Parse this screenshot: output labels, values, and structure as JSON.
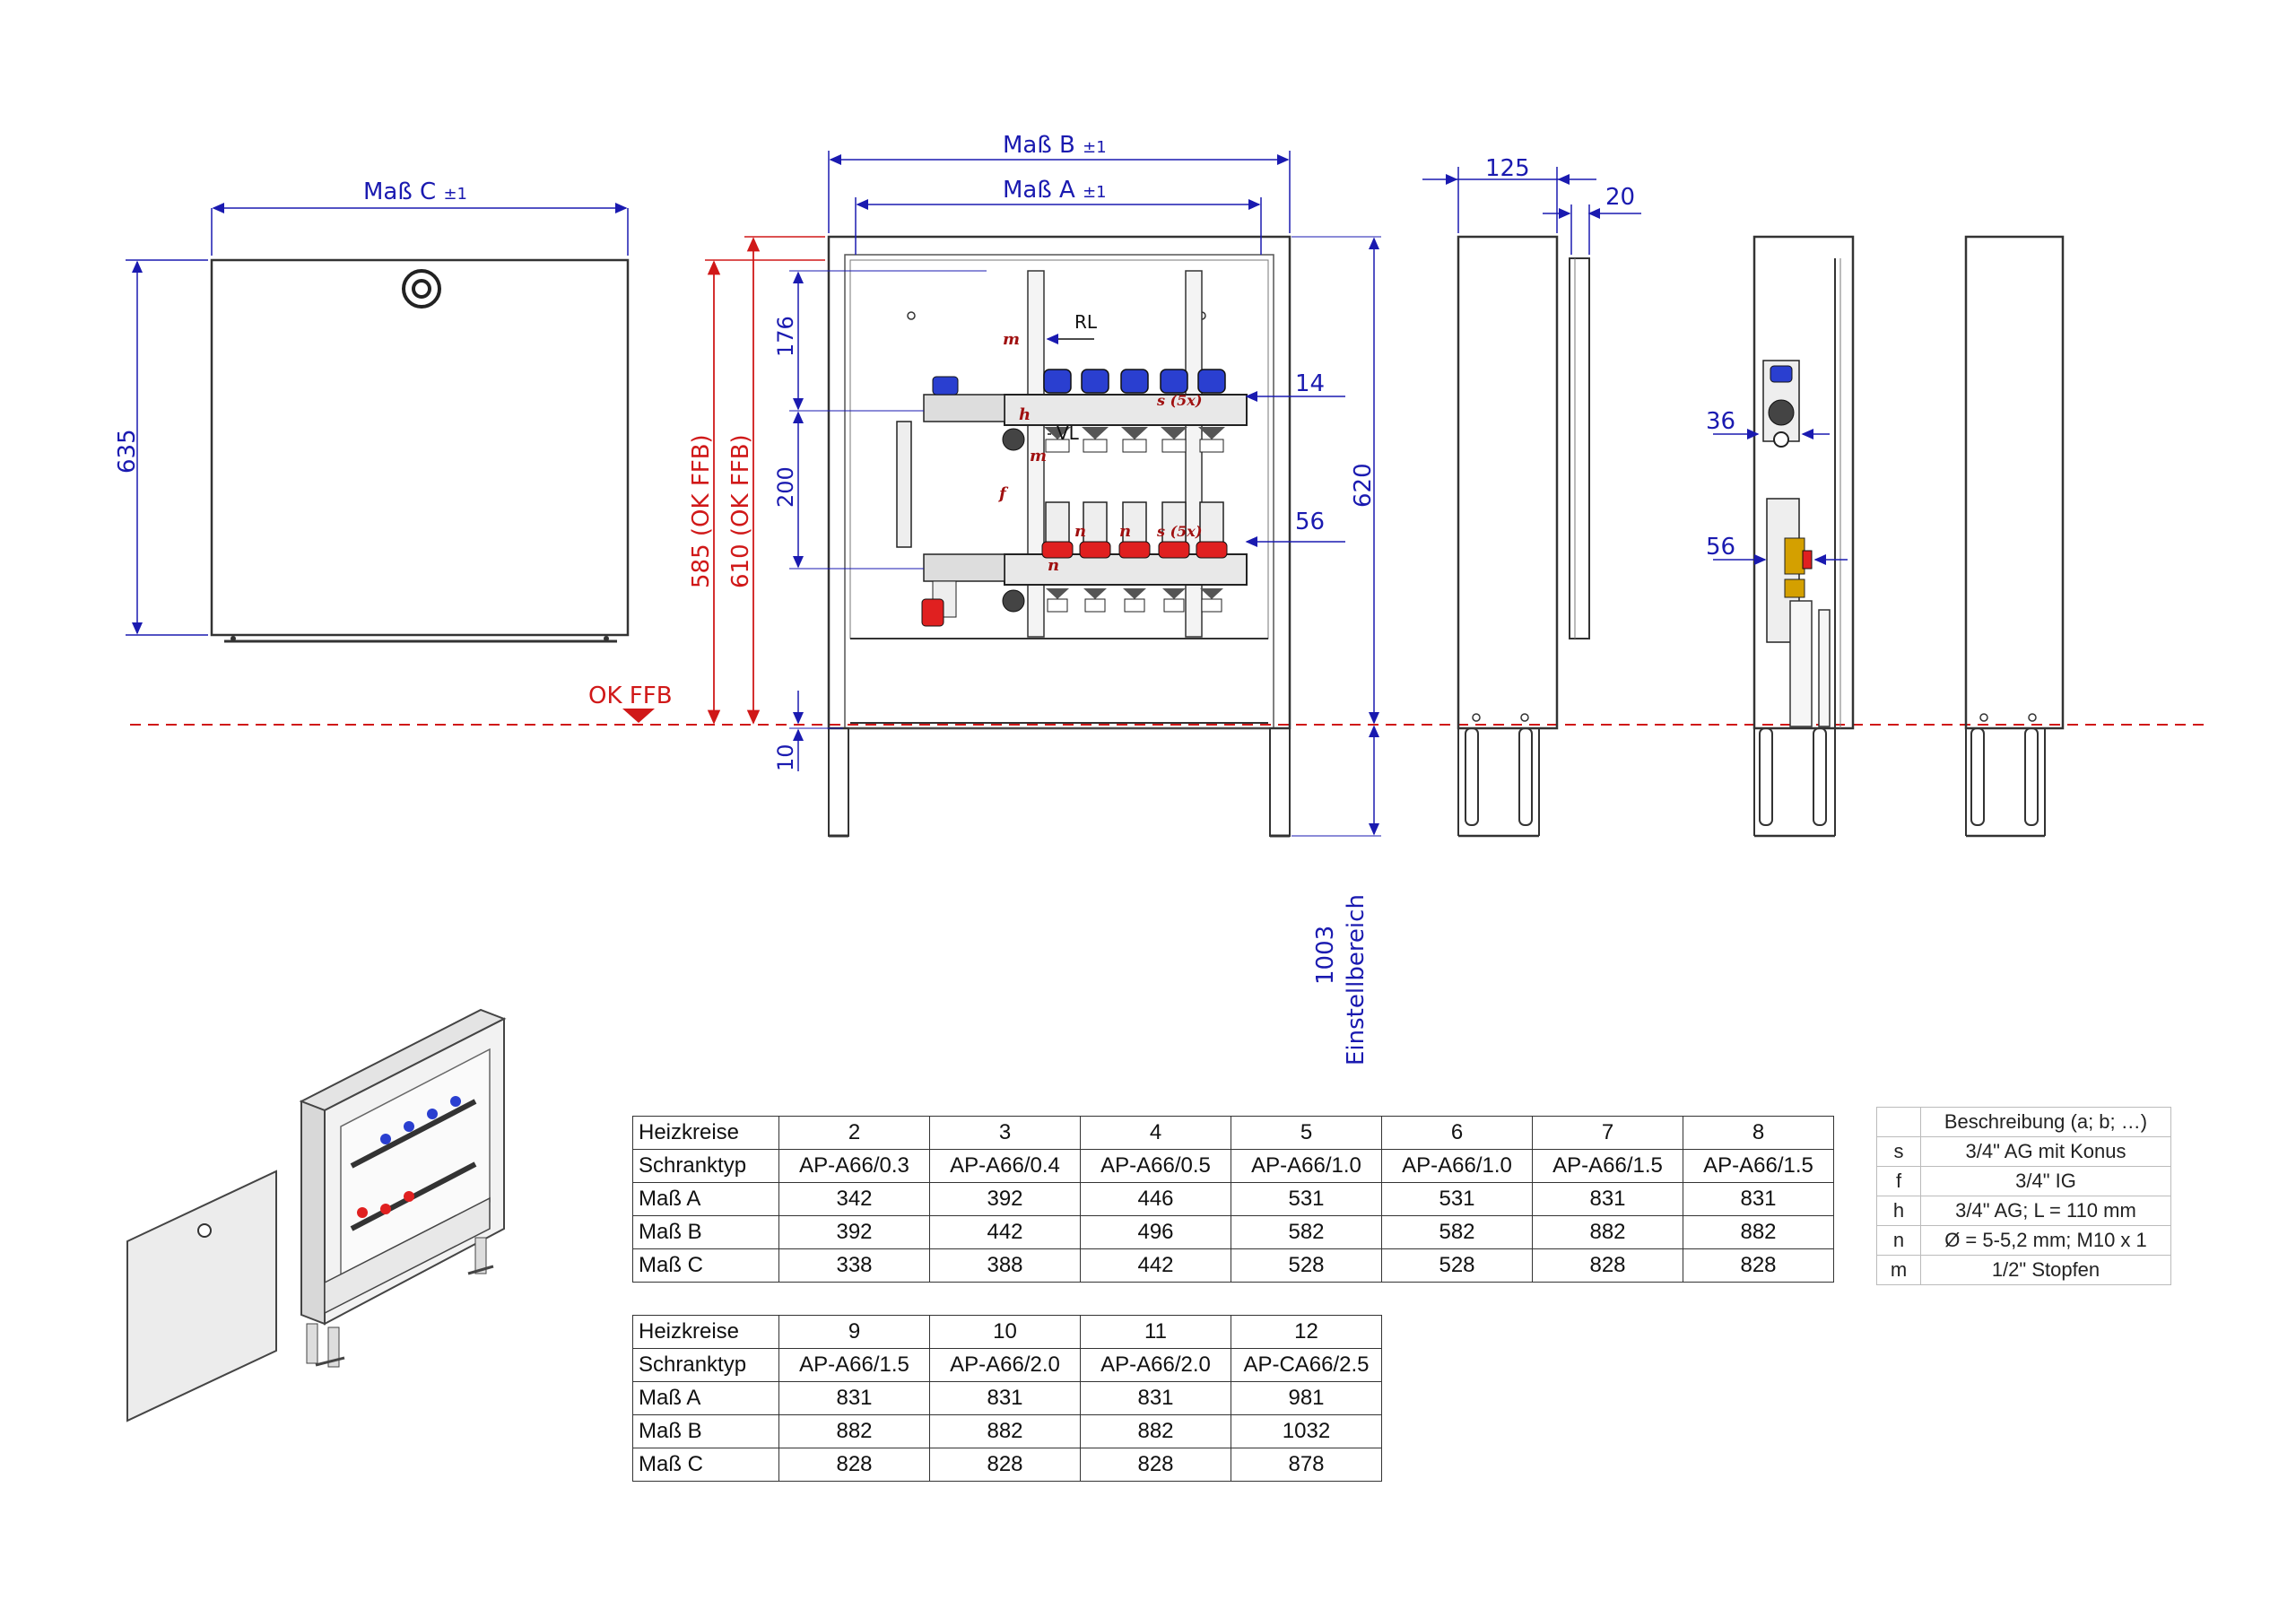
{
  "dimensions": {
    "mass_c": "Maß C",
    "mass_b": "Maß B",
    "mass_a": "Maß A",
    "tol": "±1",
    "h635": "635",
    "h585": "585 (OK FFB)",
    "h610": "610 (OK FFB)",
    "d176": "176",
    "d200": "200",
    "d10": "10",
    "d14": "14",
    "d56": "56",
    "h620": "620",
    "d1003": "1003",
    "einstell": "Einstellbereich",
    "w125": "125",
    "w20": "20",
    "s36": "36",
    "s56": "56"
  },
  "labels": {
    "ok_ffb": "OK FFB",
    "rl": "RL",
    "vl": "VL",
    "m": "m",
    "h": "h",
    "f": "f",
    "n": "n",
    "s5x": "s (5x)"
  },
  "table1": {
    "rows": [
      [
        "Heizkreise",
        "2",
        "3",
        "4",
        "5",
        "6",
        "7",
        "8"
      ],
      [
        "Schranktyp",
        "AP-A66/0.3",
        "AP-A66/0.4",
        "AP-A66/0.5",
        "AP-A66/1.0",
        "AP-A66/1.0",
        "AP-A66/1.5",
        "AP-A66/1.5"
      ],
      [
        "Maß A",
        "342",
        "392",
        "446",
        "531",
        "531",
        "831",
        "831"
      ],
      [
        "Maß B",
        "392",
        "442",
        "496",
        "582",
        "582",
        "882",
        "882"
      ],
      [
        "Maß C",
        "338",
        "388",
        "442",
        "528",
        "528",
        "828",
        "828"
      ]
    ]
  },
  "table2": {
    "rows": [
      [
        "Heizkreise",
        "9",
        "10",
        "11",
        "12"
      ],
      [
        "Schranktyp",
        "AP-A66/1.5",
        "AP-A66/2.0",
        "AP-A66/2.0",
        "AP-CA66/2.5"
      ],
      [
        "Maß A",
        "831",
        "831",
        "831",
        "981"
      ],
      [
        "Maß B",
        "882",
        "882",
        "882",
        "1032"
      ],
      [
        "Maß C",
        "828",
        "828",
        "828",
        "878"
      ]
    ]
  },
  "legend": {
    "header": "Beschreibung (a; b; …)",
    "rows": [
      [
        "s",
        "3/4\" AG mit Konus"
      ],
      [
        "f",
        "3/4\" IG"
      ],
      [
        "h",
        "3/4\" AG; L = 110 mm"
      ],
      [
        "n",
        "Ø = 5-5,2 mm; M10 x 1"
      ],
      [
        "m",
        "1/2\" Stopfen"
      ]
    ]
  },
  "colors": {
    "dim": "#1a1ab0",
    "red": "#d01818",
    "line": "#333333"
  }
}
